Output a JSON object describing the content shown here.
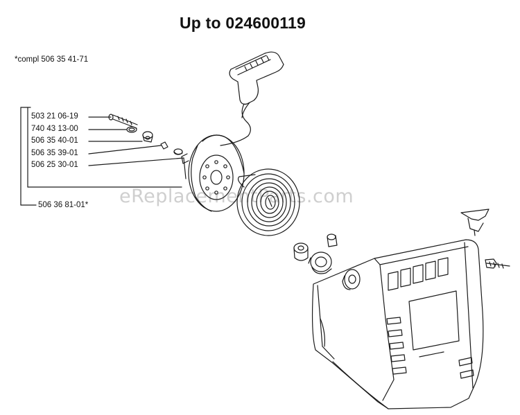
{
  "title": "Up to 024600119",
  "note": "*compl 506 35 41-71",
  "parts": [
    {
      "label": "503 21 06-19"
    },
    {
      "label": "740 43 13-00"
    },
    {
      "label": "506 35 40-01"
    },
    {
      "label": "506 35 39-01"
    },
    {
      "label": "506 25 30-01"
    }
  ],
  "assembly_label": "506 36 81-01*",
  "watermark": "eReplacementParts.com",
  "colors": {
    "line": "#1a1a1a",
    "watermark": "#cfcfcf"
  }
}
